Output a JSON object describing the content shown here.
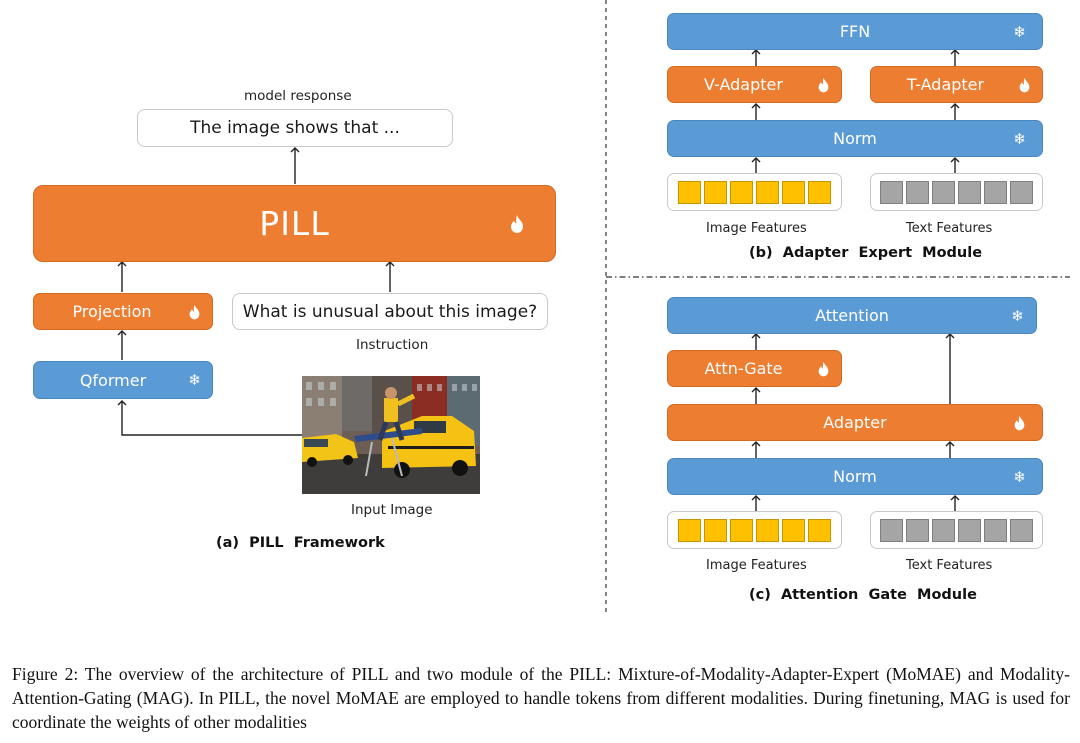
{
  "panel_a": {
    "response_label": "model response",
    "response_text": "The image shows that ...",
    "pill_label": "PILL",
    "projection_label": "Projection",
    "instruction_text": "What is unusual about this image?",
    "instruction_label": "Instruction",
    "qformer_label": "Qformer",
    "input_image_label": "Input Image",
    "caption": "(a)  PILL  Framework"
  },
  "panel_b": {
    "ffn_label": "FFN",
    "v_adapter_label": "V-Adapter",
    "t_adapter_label": "T-Adapter",
    "norm_label": "Norm",
    "image_features_label": "Image Features",
    "text_features_label": "Text Features",
    "caption": "(b)  Adapter  Expert  Module"
  },
  "panel_c": {
    "attention_label": "Attention",
    "attn_gate_label": "Attn-Gate",
    "adapter_label": "Adapter",
    "norm_label": "Norm",
    "image_features_label": "Image Features",
    "text_features_label": "Text Features",
    "caption": "(c)  Attention  Gate  Module"
  },
  "figure_caption": "Figure 2:  The overview of the architecture of PILL and two module of the PILL: Mixture-of-Modality-Adapter-Expert (MoMAE) and Modality-Attention-Gating (MAG). In PILL, the novel MoMAE are employed to handle tokens from different modalities. During finetuning, MAG is used for coordinate the weights of other modalities",
  "icons": {
    "trainable": "fire-icon",
    "frozen": "snowflake-icon"
  },
  "colors": {
    "trainable_module": "#ED7D31",
    "frozen_module": "#5B9BD5",
    "image_feature_token": "#FFC000",
    "text_feature_token": "#A5A5A5"
  }
}
